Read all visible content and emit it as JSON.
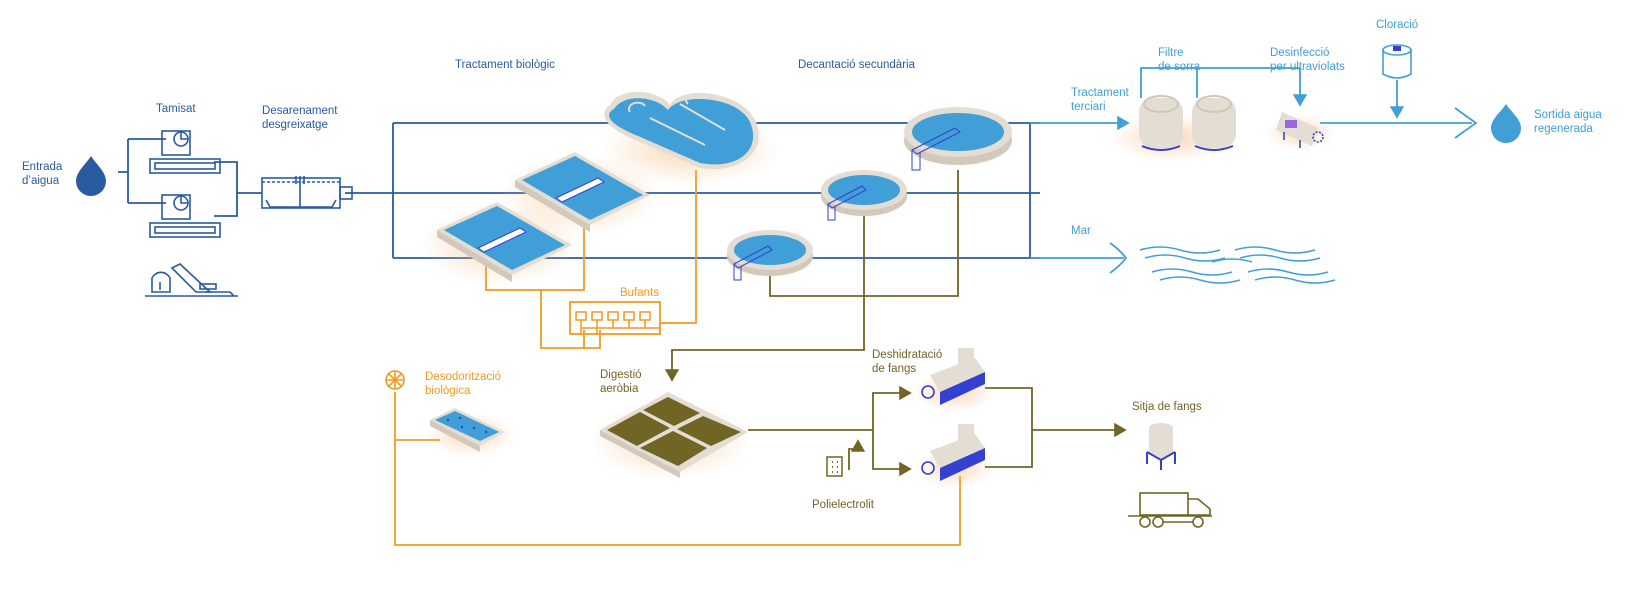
{
  "diagram": {
    "title": "Water treatment plant process",
    "colors": {
      "pretreatment": "#2a5aa0",
      "tertiary": "#3f9fd6",
      "air": "#f29a1e",
      "sludge": "#706525",
      "water_fill": "#3f9fd6",
      "concrete": "#e4ddd3",
      "equipment_blue": "#3340d0"
    },
    "labels": {
      "water_inlet": "Entrada\nd’aigua",
      "screening": "Tamisat",
      "grit_removal": "Desarenament\ndesgreixatge",
      "biological_treatment": "Tractament biològic",
      "secondary_settling": "Decantació secundària",
      "tertiary_treatment": "Tractament\nterciari",
      "sand_filter": "Filtre\nde sorra",
      "uv_disinfection": "Desinfecció\nper ultraviolats",
      "chlorination": "Cloració",
      "reclaimed_water_outlet": "Sortida aigua\nregenerada",
      "sea": "Mar",
      "blowers": "Bufants",
      "biological_deodorization": "Desodorització\nbiològica",
      "aerobic_digestion": "Digestió\naeròbia",
      "sludge_dewatering": "Deshidratació\nde fangs",
      "polyelectrolyte": "Polielectrolit",
      "sludge_silo": "Sitja de fangs"
    },
    "icons": [
      "water-drop-icon",
      "screen-drum-icon",
      "conveyor-icon",
      "grit-channel-icon",
      "oxidation-ditch-icon",
      "aeration-tank-icon",
      "clarifier-icon",
      "sand-filter-tank-icon",
      "uv-reactor-icon",
      "chlorine-tank-icon",
      "waves-icon",
      "blower-icon",
      "fan-icon",
      "biofilter-icon",
      "digester-icon",
      "centrifuge-icon",
      "dosing-unit-icon",
      "silo-icon",
      "truck-icon"
    ]
  }
}
